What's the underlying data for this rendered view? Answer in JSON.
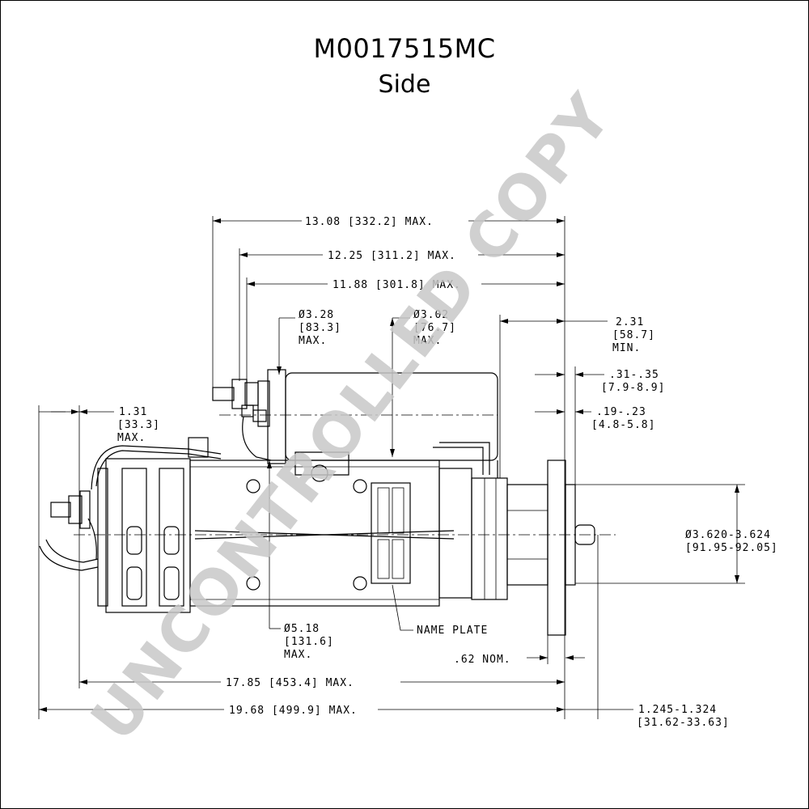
{
  "title": {
    "part_number": "M0017515MC",
    "view": "Side"
  },
  "watermark": "UNCONTROLLED COPY",
  "dimensions": {
    "overall_13_08": "13.08 [332.2] MAX.",
    "overall_12_25": "12.25 [311.2] MAX.",
    "overall_11_88": "11.88 [301.8] MAX.",
    "dia_3_28_a": "Ø3.28",
    "dia_3_28_b": "[83.3]",
    "dia_3_28_c": "MAX.",
    "dia_3_02_a": "Ø3.02",
    "dia_3_02_b": "[76.7]",
    "dia_3_02_c": "MAX.",
    "len_2_31_a": "2.31",
    "len_2_31_b": "[58.7]",
    "len_2_31_c": "MIN.",
    "len_31_35_a": ".31-.35",
    "len_31_35_b": "[7.9-8.9]",
    "len_19_23_a": ".19-.23",
    "len_19_23_b": "[4.8-5.8]",
    "len_1_31_a": "1.31",
    "len_1_31_b": "[33.3]",
    "len_1_31_c": "MAX.",
    "pilot_dia_a": "Ø3.620-3.624",
    "pilot_dia_b": "[91.95-92.05]",
    "dia_5_18_a": "Ø5.18",
    "dia_5_18_b": "[131.6]",
    "dia_5_18_c": "MAX.",
    "name_plate": "NAME PLATE",
    "nom_62": ".62 NOM.",
    "overall_17_85": "17.85 [453.4] MAX.",
    "overall_19_68": "19.68 [499.9] MAX.",
    "flange_a": "1.245-1.324",
    "flange_b": "[31.62-33.63]"
  }
}
